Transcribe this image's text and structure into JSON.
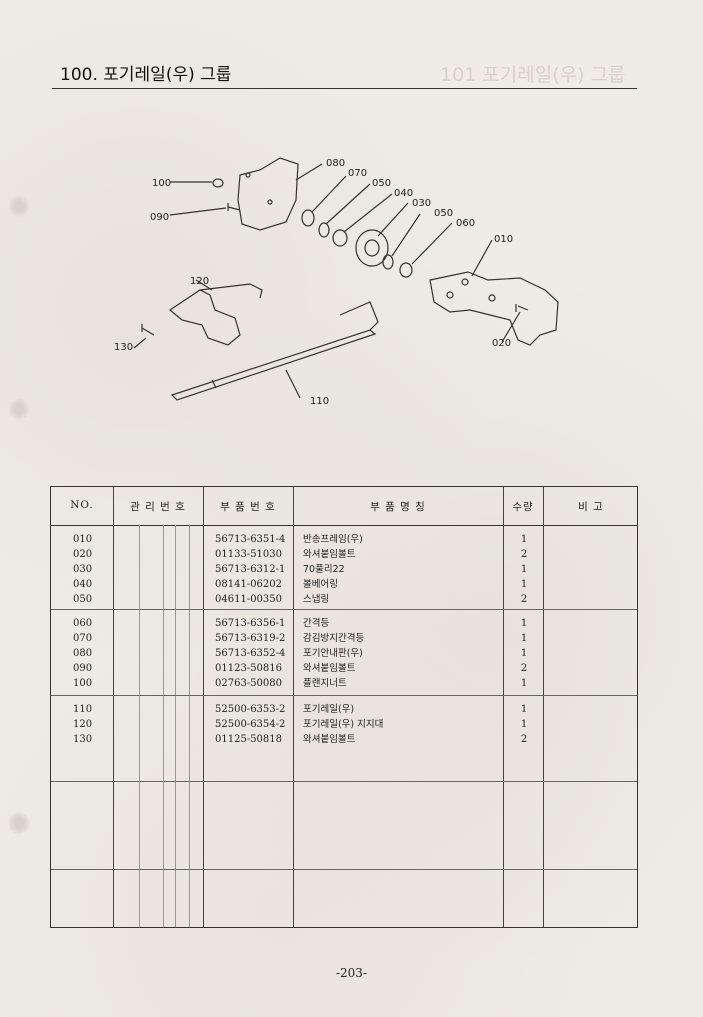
{
  "header": {
    "title": "100. 포기레일(우) 그룹",
    "ghost_title": "101 포기레일(우) 그룹"
  },
  "diagram": {
    "callouts": [
      "100",
      "090",
      "080",
      "070",
      "050",
      "040",
      "030",
      "050",
      "060",
      "010",
      "120",
      "130",
      "020",
      "110"
    ]
  },
  "table": {
    "headers": {
      "no": "NO.",
      "control": "관 리 번 호",
      "part_no": "부 품 번 호",
      "name": "부   품   명   칭",
      "qty": "수량",
      "remarks": "비         고"
    },
    "rows": [
      {
        "no": "010",
        "part_no": "56713-6351-4",
        "name": "반송프레임(우)",
        "qty": "1"
      },
      {
        "no": "020",
        "part_no": "01133-51030",
        "name": "와셔붙임볼트",
        "qty": "2"
      },
      {
        "no": "030",
        "part_no": "56713-6312-1",
        "name": "70풀리22",
        "qty": "1"
      },
      {
        "no": "040",
        "part_no": "08141-06202",
        "name": "볼베어링",
        "qty": "1"
      },
      {
        "no": "050",
        "part_no": "04611-00350",
        "name": "스냅링",
        "qty": "2"
      },
      {
        "no": "060",
        "part_no": "56713-6356-1",
        "name": "간격등",
        "qty": "1"
      },
      {
        "no": "070",
        "part_no": "56713-6319-2",
        "name": "감김방지간격등",
        "qty": "1"
      },
      {
        "no": "080",
        "part_no": "56713-6352-4",
        "name": "포기안내판(우)",
        "qty": "1"
      },
      {
        "no": "090",
        "part_no": "01123-50816",
        "name": "와셔붙임볼트",
        "qty": "2"
      },
      {
        "no": "100",
        "part_no": "02763-50080",
        "name": "플랜지너트",
        "qty": "1"
      },
      {
        "no": "110",
        "part_no": "52500-6353-2",
        "name": "포기레일(우)",
        "qty": "1"
      },
      {
        "no": "120",
        "part_no": "52500-6354-2",
        "name": "포기레일(우) 지지대",
        "qty": "1"
      },
      {
        "no": "130",
        "part_no": "01125-50818",
        "name": "와셔붙임볼트",
        "qty": "2"
      }
    ]
  },
  "footer": {
    "page_number": "-203-"
  }
}
